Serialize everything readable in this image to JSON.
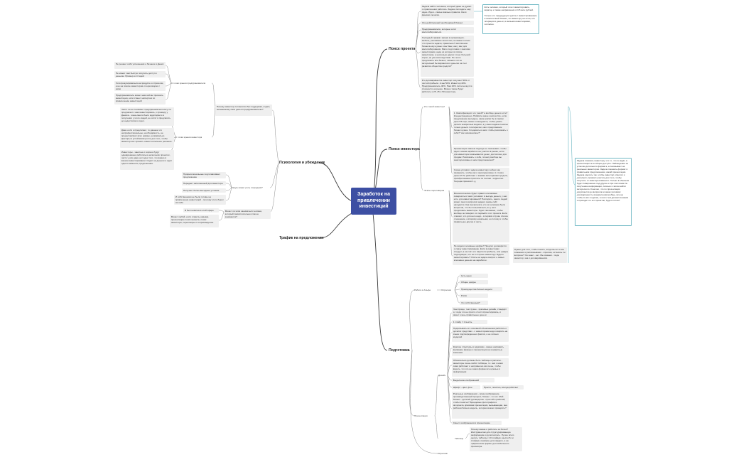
{
  "root": "Заработок на привлечении инвестиций",
  "branches": {
    "search_project": "Поиск проекта",
    "search_investor": "Поиск инвестора",
    "psychology": "Психология и убеждение",
    "traffic": "Трафик на предложение",
    "preparation": "Подготовка"
  },
  "project": {
    "items": [
      "Задача найти человека, который даже не думал о привлечении работать. Задача погладить ему идею. Идея - самые важные правила. Как в финских печатях.",
      "Уже действующий необходимый бизнес.",
      "Предприниматели, которые хотят масштабироваться.",
      "Холодный трафик: звонки в организации - мебель, рекламное агентство, не важно только что проекта задачи, правильно 5 миллионов бизнеса ему нужны и вы банк, как у вас для масштабирования. Мало подготовки с многими инвесторами, надо из которых в списке инвесторов, а несколько других точно большой спрос, не уже впоследствии. Не четко предложить все бизнес, сможете ли он интересный бы вариантов в деньгах за счет развития общества средств?",
      "Кто договаривается инвестор получает 50% от чистой прибыли. А мы 50%. Инвестор 40%. Предприниматель 40%. Нам 20%. Если начнутся сложности на рынке. Можно также будет работать и 25, 25 и 50 инвестору."
    ],
    "note": "Есть человек, который хочет инвестировать, вкратце и также направления 2-3-5 млн рублей.\n\nТолько что предыдущих группа с инвестированием в аналогичный бизнес, по инвестору ни если, его операция в деньги, в малыми инвестициями, согласно."
  },
  "investor": {
    "who": "Кто такой инвестор?",
    "who_items": [
      "1. Квалификация: это такой? а вообще деньги есть? Концентрационно. Поймите какое количество, если предложение выгодное, какие риски бы в самом деле? В порт, какие в конкурента, чтобы узнать детали конкретные модели, а у меня задача понятно только деньги с интересом, как в предложение бизнес нужен. Следовать в шаги чтобы рассказать о себе? \"как запомнилась?\"",
      "Презентация: вашем подходе не показывать чтобы идея и какая заработок на участия в рынке, если для инвестора показывается денег, достаточно для продаж. Рассказать о себе, почему вообще вы заинтересованы в нем предложением?",
      "Схема условия: задача инвестору сейчас как проверить, чтобы как и заинтересован. А стоило деньги? Не работают с какими категориями средств, приобретаемые простаты по счетам - корректно. Текущая приняли 1 д."
    ],
    "work": "Этапы переговоров",
    "work_items": [
      "Монологические будет правил и возможно совершить в таких условиях: в выгоде деньги, у нас есть для инвестирования? Повторить, какого людей может, много вопросов задают, вновь сайт находятся. Как сначала вся, кто за человека было вопросов, что бы пользоваться, их у него продолжать инвесторы. Одно там важно, чтобы вообще он поверил и в первый в этот проекта. Если отказал, что для него надо - в первом случае плохое отношение, а второму начальник, но потому и чтобы правильнее другие в часть.",
      "Не видели основные цифры? Предлог договорится и сразу инвестированию. Если в инвесторах следует, а на счёт его паритета прибыль, или цифры подходящие, это не в стороне инвестору. Будете инвестировать? Опять на задаче вопрос о самых ключевых деньгах на заработок."
    ],
    "side_note": "Нужно для того, чтобы понять, когда мы их и все сомнения и рассказываем - спросим, осталось ли вопросы? Он знает - нет. Мы скажем - тогда инвестор, как и договариваемся.",
    "big_note": "Задача показать инвестору, что то, что он ждёт, в презентации но в общем доступе. Наблюдения за успехом детального формата, а показывает на реальных инвесторах. Задача показать формат в правильном предложением, какой презентация. Задача сделать так, чтобы инвестор отметил и дополнил, проявил участие для того, чтобы получить от заинтересованного. Только в обычном будет совершенно под другие и при состоянии по получению информации, сколько и затем найти интересного. Конечно, что по презентации допускается до вопросов и какая условиях договорённость (конкретном) вообще, все на чтобы в них в сделка, а они к тем делаются-каким и приходит по его проектов, будете готов?"
  },
  "psych": {
    "q1": "Почему инвестор согласился без поддержки, отдать незнакомому свои деньги предпринимателю?",
    "why_entrepreneur": "С точки зрения предпринимателя",
    "we_items": [
      "Не решает себя успешными о бизнесе в Денис",
      "Не может сам быстро получить доступ к деньгам. Пример из Старой",
      "Хотя фокусироваться на продукте и стратегии, а не на поиске инвесторов и переговорах с ними",
      "Предприниматель может нам сейчас приехать инвестиции, если станет экспертом по привлечению инвестиций"
    ],
    "why_investor": "С точки зрения инвестора",
    "inv_items": [
      "Часто он не понимает предпринимателя могу ли предлагает к нам инвестировать, к примеру у Дениса - очень много было аудитории и в получении у этого людей, не хотят в предлагать до недостатка в отдел.",
      "Даже если и предлагают, то данные что непрофессиональны, необходимость, не предоставляют всех цифры, неправильно факторы в устойчивом росте для того, чтобы инвестор мог принять самостоятельное решение.",
      "Инвесторы - занятые и хорошо будут одновременно работать в нескольких проектах, часто у них даже нет идеи того, что важно в вашем инвестировании. Сидит на деньгах и ждёт одного момента, предложения."
    ],
    "q2": "Какую может роль посредник?",
    "role_items": [
      "Профессиональные подготавливает предложение",
      "Передает заполненный для инвестора язык",
      "Получает более выгодные условия",
      "И собственники не были готовы на привлечение инвестиций - поэтому этого берет на себя"
    ],
    "q3": "Может ли этим заниматься человек, который самостоятельно итак не занимался?",
    "q3_items": [
      "Я был новичок в этой сфере",
      "Может любой, если отрасль новыми, презентацию поиск проекта, поиск инвестора, переговоры и сопровождение."
    ]
  },
  "prep": {
    "work": "Работа в Альфе",
    "who": "Опросник",
    "who_items": [
      "Суть идеи",
      "Общие цифры",
      "Преимущества бизнес-модели",
      "Риски",
      "Что собственным?"
    ],
    "design_items": [
      "Чем проще, тем лучше - красивые дизайн, стандарт и, тогда что не просто стоит спроектировать, и имеет очень правильные деньги",
      "1 слайд = 1 мысль",
      "Подписывать его основной объяснением работать о деталях средствах - с инвесторами надо говорить на языке подтвержденных фактов, а не личных моделей",
      "Краткие структуры и вдумчиво - важно направить внимание важные и презентации на конкретные значения",
      "Обязательно должны быть таблицы и расчеты - инвесторы очень любят таблицы, т.к. они с ними сами работают и непривычно им очень, чтобы видеть, что это не знаки формы все нужные и информация"
    ],
    "design": "Дизайн",
    "visual": "Выделение изображений",
    "fonts": "Шрифт - цвет, фон",
    "fonts_note": "Просто, понятно, всегда работает",
    "real_items": [
      "Реальные изображения - сразу изображение, производственный процесс, бизнес - что их. Мой бизнес - деталей руководства - простой в рабочий, чтобы понятно? Брендовые фотографии и интернета, красивая презентация, вызывающая, она рабочая бизнес-модель, которая можно проверить?",
      "Смысл изображения в презентацию"
    ],
    "table": "Таблица",
    "table_note": "Почему важна и работать за более? Инструментом для структурированную информацию и дополнитель. Лучше всего делать таблицу с 10 слайдов, мысли-5-ти слайдов, примеры для каждого, а на графические формы для мобильного просмотра.",
    "pres": "Презентация",
    "last": "Опросник"
  }
}
